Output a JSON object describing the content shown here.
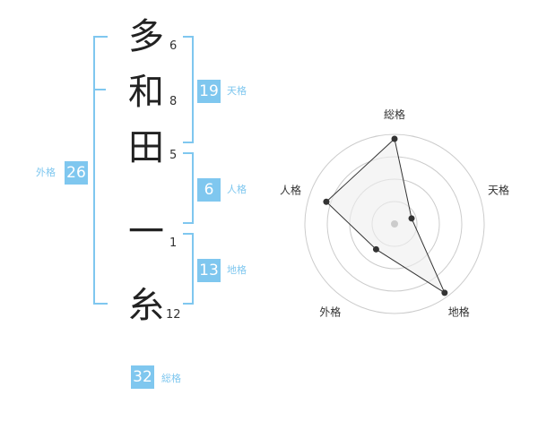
{
  "name": {
    "characters": [
      {
        "char": "多",
        "strokes": "6"
      },
      {
        "char": "和",
        "strokes": "8"
      },
      {
        "char": "田",
        "strokes": "5"
      },
      {
        "char": "一",
        "strokes": "1"
      },
      {
        "char": "糸",
        "strokes": "12"
      }
    ]
  },
  "fortunes": {
    "tenkaku": {
      "value": "19",
      "label": "天格"
    },
    "jinkaku": {
      "value": "6",
      "label": "人格"
    },
    "chikaku": {
      "value": "13",
      "label": "地格"
    },
    "gaikaku": {
      "value": "26",
      "label": "外格"
    },
    "soukaku": {
      "value": "32",
      "label": "総格"
    }
  },
  "radar": {
    "axes": [
      "総格",
      "天格",
      "地格",
      "外格",
      "人格"
    ],
    "levels": 4,
    "values": [
      0.95,
      0.2,
      0.95,
      0.35,
      0.8
    ]
  },
  "colors": {
    "accent": "#7fc7ef",
    "radar_fill": "#eeeeee",
    "ring": "#cccccc",
    "point": "#333333"
  }
}
